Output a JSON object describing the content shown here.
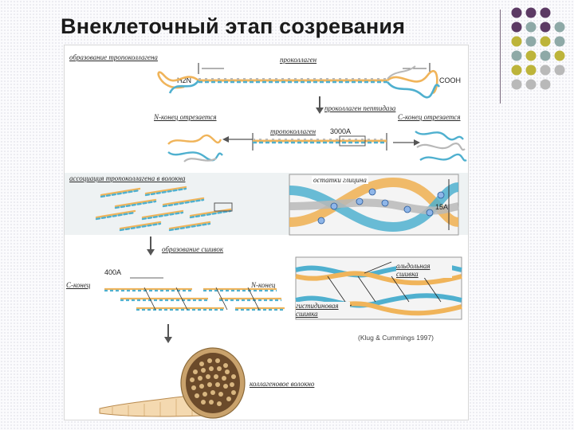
{
  "slide": {
    "title": "Внеклеточный этап созревания"
  },
  "diagram": {
    "step1_title": "образование тропоколлагена",
    "procollagen": "проколлаген",
    "h2n": "H2N",
    "cooh": "COOH",
    "peptidase": "проколлаген пептидаза",
    "n_end_cleaved": "N-конец отрезается",
    "c_end_cleaved": "C-конец отрезается",
    "tropocollagen": "тропоколлаген",
    "length_3000": "3000A",
    "association": "ассоциация тропоколлагена в волокна",
    "glycine": "остатки глицина",
    "width_15": "15A",
    "crosslinks": "образование сшивок",
    "length_400": "400A",
    "c_end": "C-конец",
    "n_end": "N-конец",
    "aldol": "альдольная сшивка",
    "histidine": "гистидиновая сшивка",
    "citation": "(Klug & Cummings 1997)",
    "fiber": "коллагеновое волокно"
  },
  "colors": {
    "strand_orange": "#f0b45a",
    "strand_blue": "#4fb0cf",
    "strand_grey": "#b8b8b8",
    "band_bg": "#eef2f3",
    "dot_purple": "#5c3a64",
    "dot_teal": "#8ea9a7",
    "dot_olive": "#bdb43a"
  }
}
